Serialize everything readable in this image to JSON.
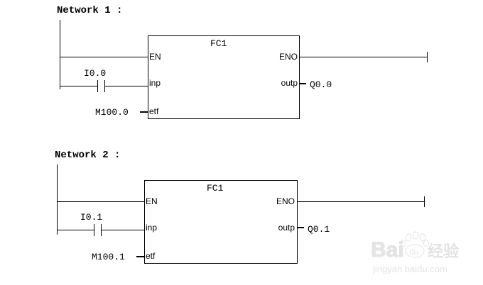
{
  "networks": [
    {
      "title": "Network 1 :",
      "block": {
        "name": "FC1",
        "inputs": [
          "EN",
          "inp",
          "etf"
        ],
        "outputs": [
          "ENO",
          "outp"
        ]
      },
      "contact": {
        "address": "I0.0",
        "type": "normally-open"
      },
      "etf_operand": "M100.0",
      "outp_operand": "Q0.0"
    },
    {
      "title": "Network 2 :",
      "block": {
        "name": "FC1",
        "inputs": [
          "EN",
          "inp",
          "etf"
        ],
        "outputs": [
          "ENO",
          "outp"
        ]
      },
      "contact": {
        "address": "I0.1",
        "type": "normally-open"
      },
      "etf_operand": "M100.1",
      "outp_operand": "Q0.1"
    }
  ],
  "watermark": {
    "brand": "Bai",
    "paw_text": "du",
    "suffix": "经验",
    "url": "jingyan.baidu.com"
  },
  "colors": {
    "line": "#000000",
    "background": "#ffffff",
    "watermark": "#e2e2e2"
  }
}
